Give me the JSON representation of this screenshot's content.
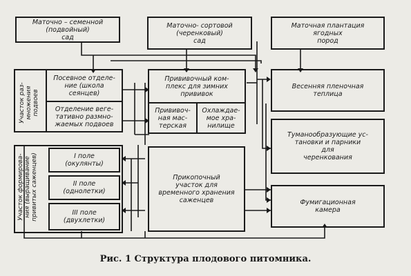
{
  "nodes": {
    "mother_seed": "Маточно – семенной\n(подвойный)\nсад",
    "mother_variety": "Маточно- сортовой\n(черенковый)\nсад",
    "mother_berry": "Маточная плантация\nягодных\nпород",
    "sowing_dept": "Посевное отделе-\nние (школа\nсеянцев)",
    "veg_dept": "Отделение веге-\nтативно размно-\nжаемых подвоев",
    "grafting_complex": "Прививочный ком-\nплекс для зимних\nпрививок",
    "grafting_workshop": "Прививоч-\nная мас-\nтерская",
    "cold_storage": "Охлаждае-\nмое хра-\nнилище",
    "spring_greenhouse": "Весенняя пленочная\nтеплица",
    "fog_units": "Туманообразующие ус-\nтановки и парники\nдля\nчеренкования",
    "field1": "I поле\n(окулянты)",
    "field2": "II поле\n(однолетки)",
    "field3": "III поле\n(двухлетки)",
    "heel_in": "Прикопочный\nучасток для\nвременного хранения\nсаженцев",
    "fumigation": "Фумигационная\nкамера"
  },
  "side_labels": {
    "propagation": "Участок раз-\nмножения\nподвоев",
    "formation": "Участок формирова-\nния (выращивание\nпривитых саженцев)"
  },
  "caption": "Рис. 1   Структура плодового питомника."
}
